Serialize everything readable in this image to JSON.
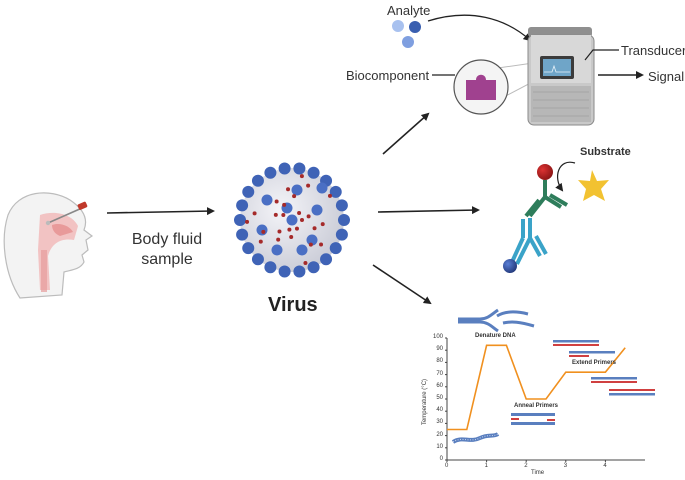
{
  "labels": {
    "body_fluid": "Body fluid sample",
    "virus": "Virus",
    "analyte": "Analyte",
    "biocomponent": "Biocomponent",
    "transducer": "Transducer",
    "signal": "Signal",
    "substrate": "Substrate"
  },
  "pcr_chart": {
    "denature": "Denature DNA",
    "anneal": "Anneal Primers",
    "extend": "Extend Primers",
    "xlabel": "Time",
    "ylabel": "Temperature (°C)",
    "y_ticks": [
      "0",
      "10",
      "20",
      "30",
      "40",
      "50",
      "60",
      "70",
      "80",
      "90",
      "100"
    ],
    "x_ticks": [
      "0",
      "1",
      "2",
      "3",
      "4"
    ]
  },
  "colors": {
    "virus_blue": "#3f63b6",
    "virus_red": "#a52a2a",
    "pcr_curve": "#f0901f",
    "antibody_green": "#2e7d5b",
    "antibody_teal": "#3aa3c8",
    "star": "#f2c231"
  },
  "chart_data": {
    "type": "line",
    "x": [
      0,
      0.5,
      1,
      1.5,
      2,
      2.5,
      3,
      3.5,
      4,
      4.5
    ],
    "y": [
      25,
      25,
      94,
      94,
      50,
      50,
      72,
      72,
      72,
      92
    ],
    "xlabel": "Time",
    "ylabel": "Temperature (°C)",
    "ylim": [
      0,
      100
    ],
    "xlim": [
      0,
      5
    ]
  }
}
